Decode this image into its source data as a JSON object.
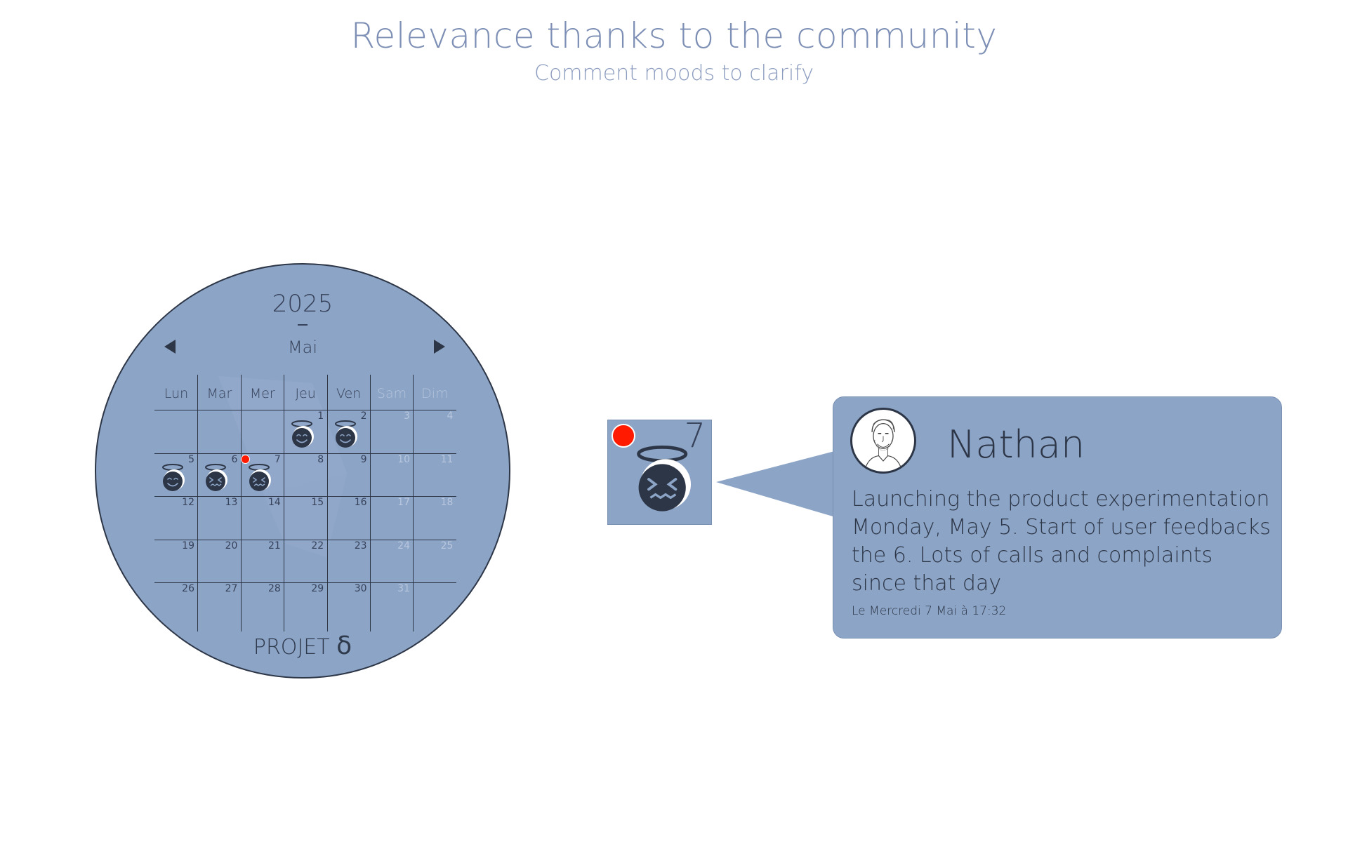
{
  "header": {
    "title": "Relevance thanks to the community",
    "subtitle": "Comment moods to clarify"
  },
  "calendar": {
    "year": "2025",
    "month": "Mai",
    "weekdays": [
      "Lun",
      "Mar",
      "Mer",
      "Jeu",
      "Ven",
      "Sam",
      "Dim"
    ],
    "weeks": [
      [
        "",
        "",
        "",
        "1",
        "2",
        "3",
        "4"
      ],
      [
        "5",
        "6",
        "7",
        "8",
        "9",
        "10",
        "11"
      ],
      [
        "12",
        "13",
        "14",
        "15",
        "16",
        "17",
        "18"
      ],
      [
        "19",
        "20",
        "21",
        "22",
        "23",
        "24",
        "25"
      ],
      [
        "26",
        "27",
        "28",
        "29",
        "30",
        "31",
        ""
      ]
    ],
    "moods": {
      "1": "happy-mood-icon",
      "2": "happy-mood-icon",
      "5": "happy-mood-icon",
      "6": "stressed-mood-icon",
      "7": "stressed-mood-icon"
    },
    "alert_days": [
      "7"
    ],
    "project_label": "PROJET",
    "project_symbol": "δ"
  },
  "selected_day": {
    "day": "7",
    "mood": "stressed-mood-icon",
    "has_alert": true
  },
  "comment": {
    "user_name": "Nathan",
    "text": "Launching the product experimentation Monday, May 5. Start of user feedbacks the 6. Lots of calls and complaints since that day",
    "timestamp": "Le Mercredi 7 Mai à 17:32"
  },
  "colors": {
    "panel": "#8ca4c6",
    "ink": "#2d3647",
    "alert": "#ff1a00",
    "title": "#7d8fb5"
  }
}
